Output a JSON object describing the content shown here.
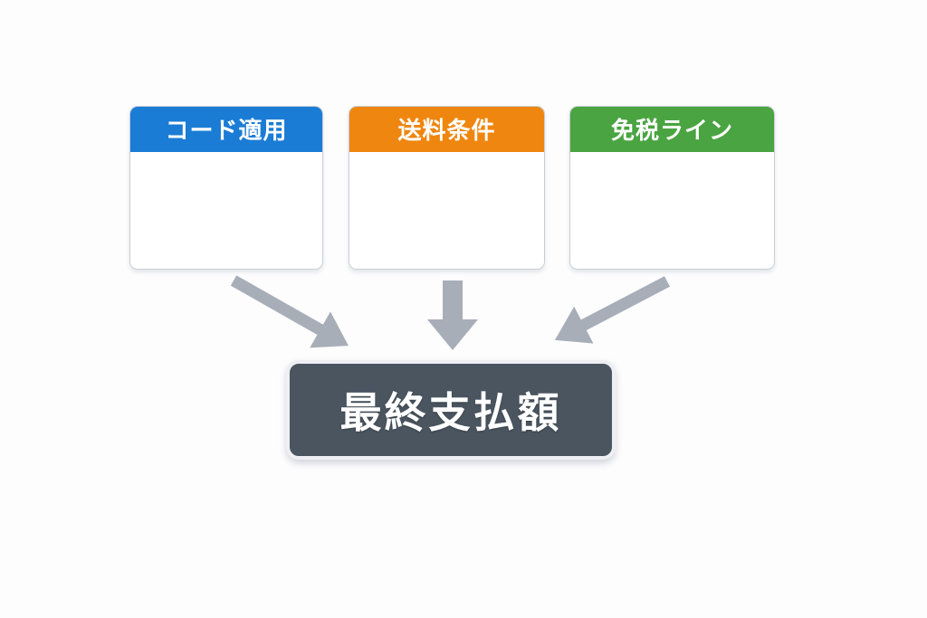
{
  "diagram": {
    "sources": [
      {
        "id": "code-application",
        "label": "コード適用",
        "color": "#1a7cd5"
      },
      {
        "id": "shipping-conditions",
        "label": "送料条件",
        "color": "#ef860f"
      },
      {
        "id": "tax-exemption-line",
        "label": "免税ライン",
        "color": "#4aa441"
      }
    ],
    "result": {
      "label": "最終支払額",
      "color": "#4a5560"
    },
    "arrow_color": "#a8aeb8",
    "card_border_color": "#c9ced6",
    "background_color": "#fdfdfe"
  }
}
